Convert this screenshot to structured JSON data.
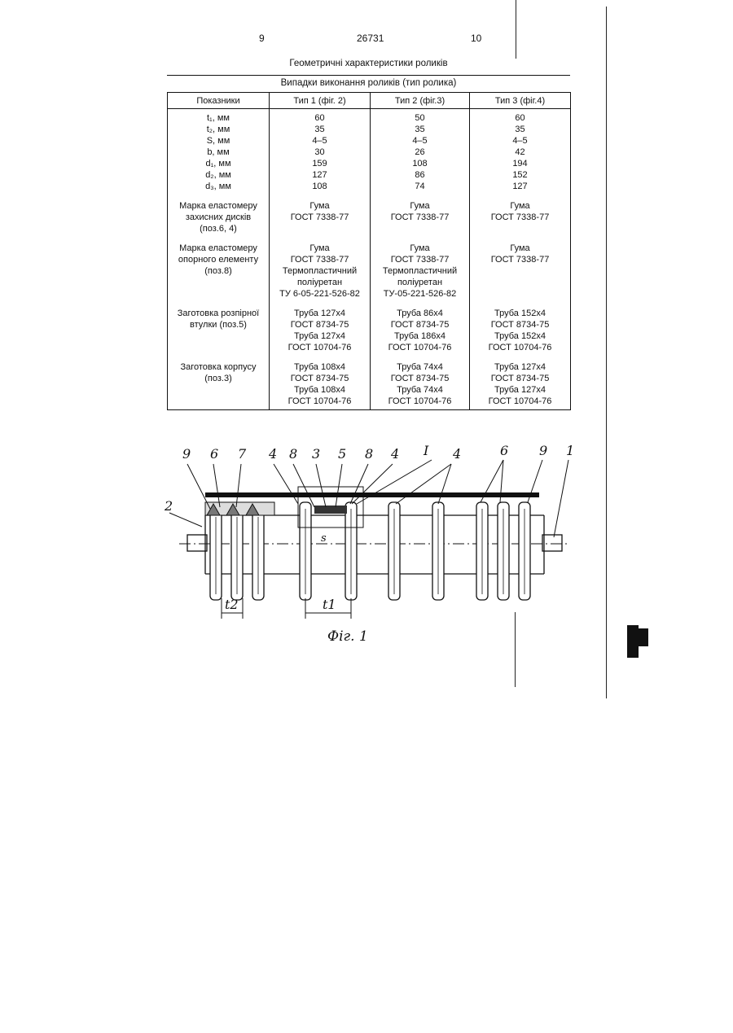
{
  "header": {
    "left_page": "9",
    "patent_no": "26731",
    "right_page": "10"
  },
  "table": {
    "title": "Геометричні характеристики роликів",
    "group_header": "Випадки виконання роликів (тип ролика)",
    "columns": [
      "Показники",
      "Тип 1 (фіг. 2)",
      "Тип 2 (фіг.3)",
      "Тип 3 (фіг.4)"
    ],
    "dims": {
      "labels": [
        "t₁, мм",
        "t₂, мм",
        "S, мм",
        "b, мм",
        "d₁, мм",
        "d₂, мм",
        "d₃, мм"
      ],
      "type1": [
        "60",
        "35",
        "4–5",
        "30",
        "159",
        "127",
        "108"
      ],
      "type2": [
        "50",
        "35",
        "4–5",
        "26",
        "108",
        "86",
        "74"
      ],
      "type3": [
        "60",
        "35",
        "4–5",
        "42",
        "194",
        "152",
        "127"
      ]
    },
    "elastomer_discs": {
      "label": [
        "Марка еластомеру",
        "захисних дисків",
        "(поз.6, 4)"
      ],
      "type1": [
        "Гума",
        "ГОСТ 7338-77"
      ],
      "type2": [
        "Гума",
        "ГОСТ 7338-77"
      ],
      "type3": [
        "Гума",
        "ГОСТ 7338-77"
      ]
    },
    "elastomer_support": {
      "label": [
        "Марка еластомеру",
        "опорного елементу",
        "(поз.8)"
      ],
      "type1": [
        "Гума",
        "ГОСТ 7338-77",
        "Термопластичний",
        "поліуретан",
        "ТУ 6-05-221-526-82"
      ],
      "type2": [
        "Гума",
        "ГОСТ 7338-77",
        "Термопластичний",
        "поліуретан",
        "ТУ-05-221-526-82"
      ],
      "type3": [
        "Гума",
        "ГОСТ 7338-77"
      ]
    },
    "spacer_sleeve": {
      "label": [
        "Заготовка розпірної",
        "втулки (поз.5)"
      ],
      "type1": [
        "Труба 127х4",
        "ГОСТ 8734-75",
        "Труба 127х4",
        "ГОСТ 10704-76"
      ],
      "type2": [
        "Труба 86х4",
        "ГОСТ 8734-75",
        "Труба 186х4",
        "ГОСТ 10704-76"
      ],
      "type3": [
        "Труба 152х4",
        "ГОСТ 8734-75",
        "Труба 152х4",
        "ГОСТ 10704-76"
      ]
    },
    "body_blank": {
      "label": [
        "Заготовка корпусу",
        "(поз.3)"
      ],
      "type1": [
        "Труба 108х4",
        "ГОСТ 8734-75",
        "Труба 108х4",
        "ГОСТ 10704-76"
      ],
      "type2": [
        "Труба 74х4",
        "ГОСТ 8734-75",
        "Труба 74х4",
        "ГОСТ 10704-76"
      ],
      "type3": [
        "Труба 127х4",
        "ГОСТ 8734-75",
        "Труба 127х4",
        "ГОСТ 10704-76"
      ]
    }
  },
  "figure": {
    "caption": "Фіг. 1",
    "callouts": [
      "9",
      "6",
      "7",
      "4",
      "8",
      "3",
      "5",
      "8",
      "4",
      "I",
      "4",
      "6",
      "9",
      "1",
      "2"
    ],
    "dim_labels": {
      "t2": "t2",
      "t1": "t1",
      "s": "s"
    }
  }
}
